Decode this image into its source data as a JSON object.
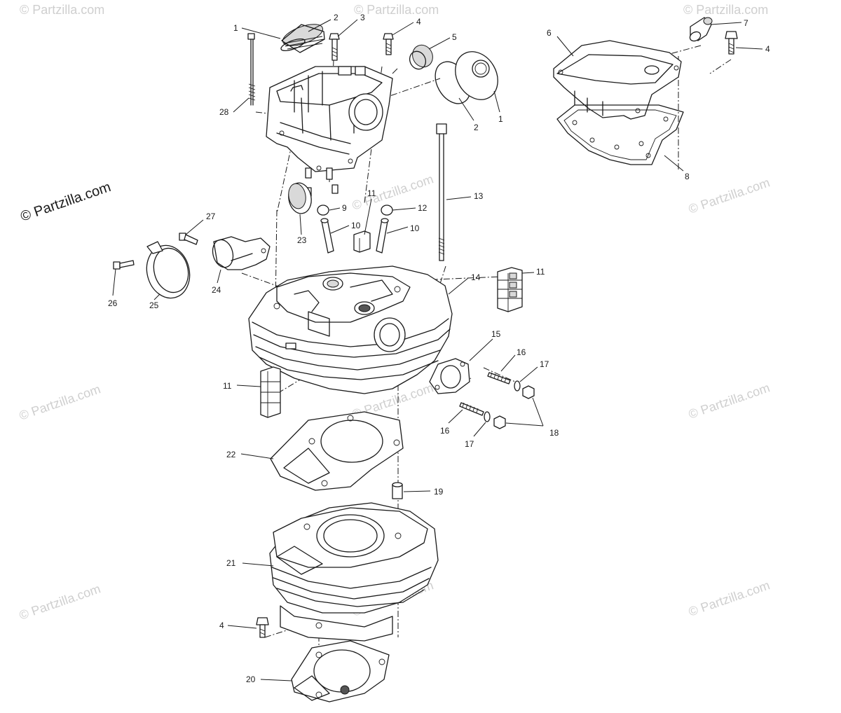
{
  "watermark": {
    "main_text": "© Partzilla.com",
    "faint_text": "© Partzilla.com"
  },
  "callouts": [
    {
      "id": "c1a",
      "label": "1"
    },
    {
      "id": "c2a",
      "label": "2"
    },
    {
      "id": "c3",
      "label": "3"
    },
    {
      "id": "c4a",
      "label": "4"
    },
    {
      "id": "c5",
      "label": "5"
    },
    {
      "id": "c2b",
      "label": "2"
    },
    {
      "id": "c1b",
      "label": "1"
    },
    {
      "id": "c28",
      "label": "28"
    },
    {
      "id": "c6",
      "label": "6"
    },
    {
      "id": "c7",
      "label": "7"
    },
    {
      "id": "c4b",
      "label": "4"
    },
    {
      "id": "c8",
      "label": "8"
    },
    {
      "id": "c11a",
      "label": "11"
    },
    {
      "id": "c13",
      "label": "13"
    },
    {
      "id": "c9",
      "label": "9"
    },
    {
      "id": "c12",
      "label": "12"
    },
    {
      "id": "c10a",
      "label": "10"
    },
    {
      "id": "c10b",
      "label": "10"
    },
    {
      "id": "c23",
      "label": "23"
    },
    {
      "id": "c27",
      "label": "27"
    },
    {
      "id": "c26",
      "label": "26"
    },
    {
      "id": "c25",
      "label": "25"
    },
    {
      "id": "c24",
      "label": "24"
    },
    {
      "id": "c14",
      "label": "14"
    },
    {
      "id": "c11b",
      "label": "11"
    },
    {
      "id": "c15",
      "label": "15"
    },
    {
      "id": "c16a",
      "label": "16"
    },
    {
      "id": "c17a",
      "label": "17"
    },
    {
      "id": "c11c",
      "label": "11"
    },
    {
      "id": "c16b",
      "label": "16"
    },
    {
      "id": "c17b",
      "label": "17"
    },
    {
      "id": "c18",
      "label": "18"
    },
    {
      "id": "c22",
      "label": "22"
    },
    {
      "id": "c19",
      "label": "19"
    },
    {
      "id": "c21",
      "label": "21"
    },
    {
      "id": "c4c",
      "label": "4"
    },
    {
      "id": "c20",
      "label": "20"
    }
  ]
}
